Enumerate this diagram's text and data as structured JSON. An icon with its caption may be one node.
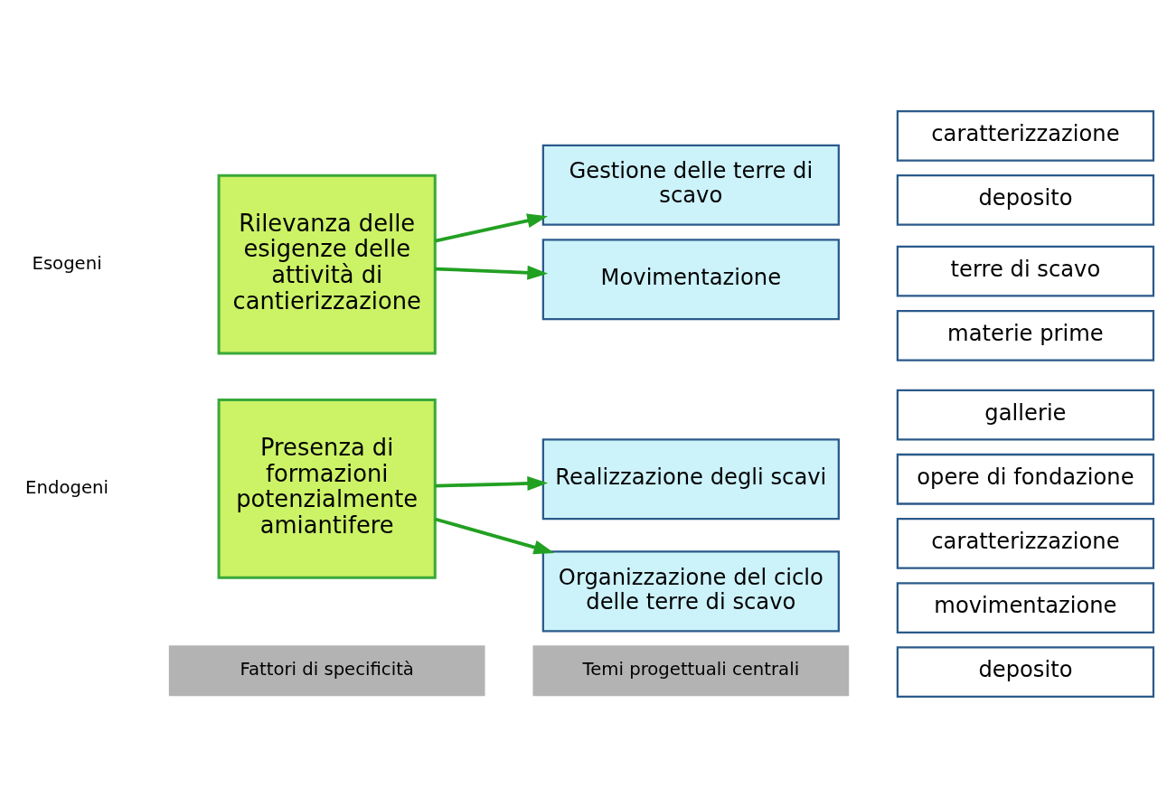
{
  "diagram": {
    "nodes": [
      {
        "text": [
          "Fattori di specificità"
        ]
      },
      {
        "text": [
          "Temi progettuali centrali"
        ]
      },
      {
        "text": [
          "Presenza di formazioni potenzialmente amiantifere"
        ]
      },
      {
        "text": [
          "Realizzazione degli scavi"
        ]
      },
      {
        "text": [
          "gallerie"
        ]
      },
      {
        "text": [
          "opere di fondazione"
        ]
      },
      {
        "text": [
          "Organizzazione del ciclo delle terre di scavo"
        ]
      },
      {
        "text": [
          "caratterizzazione"
        ]
      },
      {
        "text": [
          "movimentazione"
        ]
      },
      {
        "text": [
          "deposito"
        ]
      },
      {
        "text": [
          "Rilevanza delle esigenze delle attività di cantierizzazione"
        ]
      },
      {
        "text": [
          "Gestione delle terre di scavo"
        ]
      },
      {
        "text": [
          "caratterizzazione"
        ]
      },
      {
        "text": [
          "deposito"
        ]
      },
      {
        "text": [
          "Movimentazione"
        ]
      },
      {
        "text": [
          "terre di scavo"
        ]
      },
      {
        "text": [
          "materie prime"
        ]
      }
    ],
    "edges": [
      {
        "from": 2,
        "to": 3,
        "arrow": "to"
      },
      {
        "from": 2,
        "to": 6,
        "arrow": "to"
      },
      {
        "from": 10,
        "to": 11,
        "arrow": "to"
      },
      {
        "from": 10,
        "to": 14,
        "arrow": "to"
      }
    ],
    "labels": [
      "Endogeni",
      "Esogeni"
    ]
  }
}
